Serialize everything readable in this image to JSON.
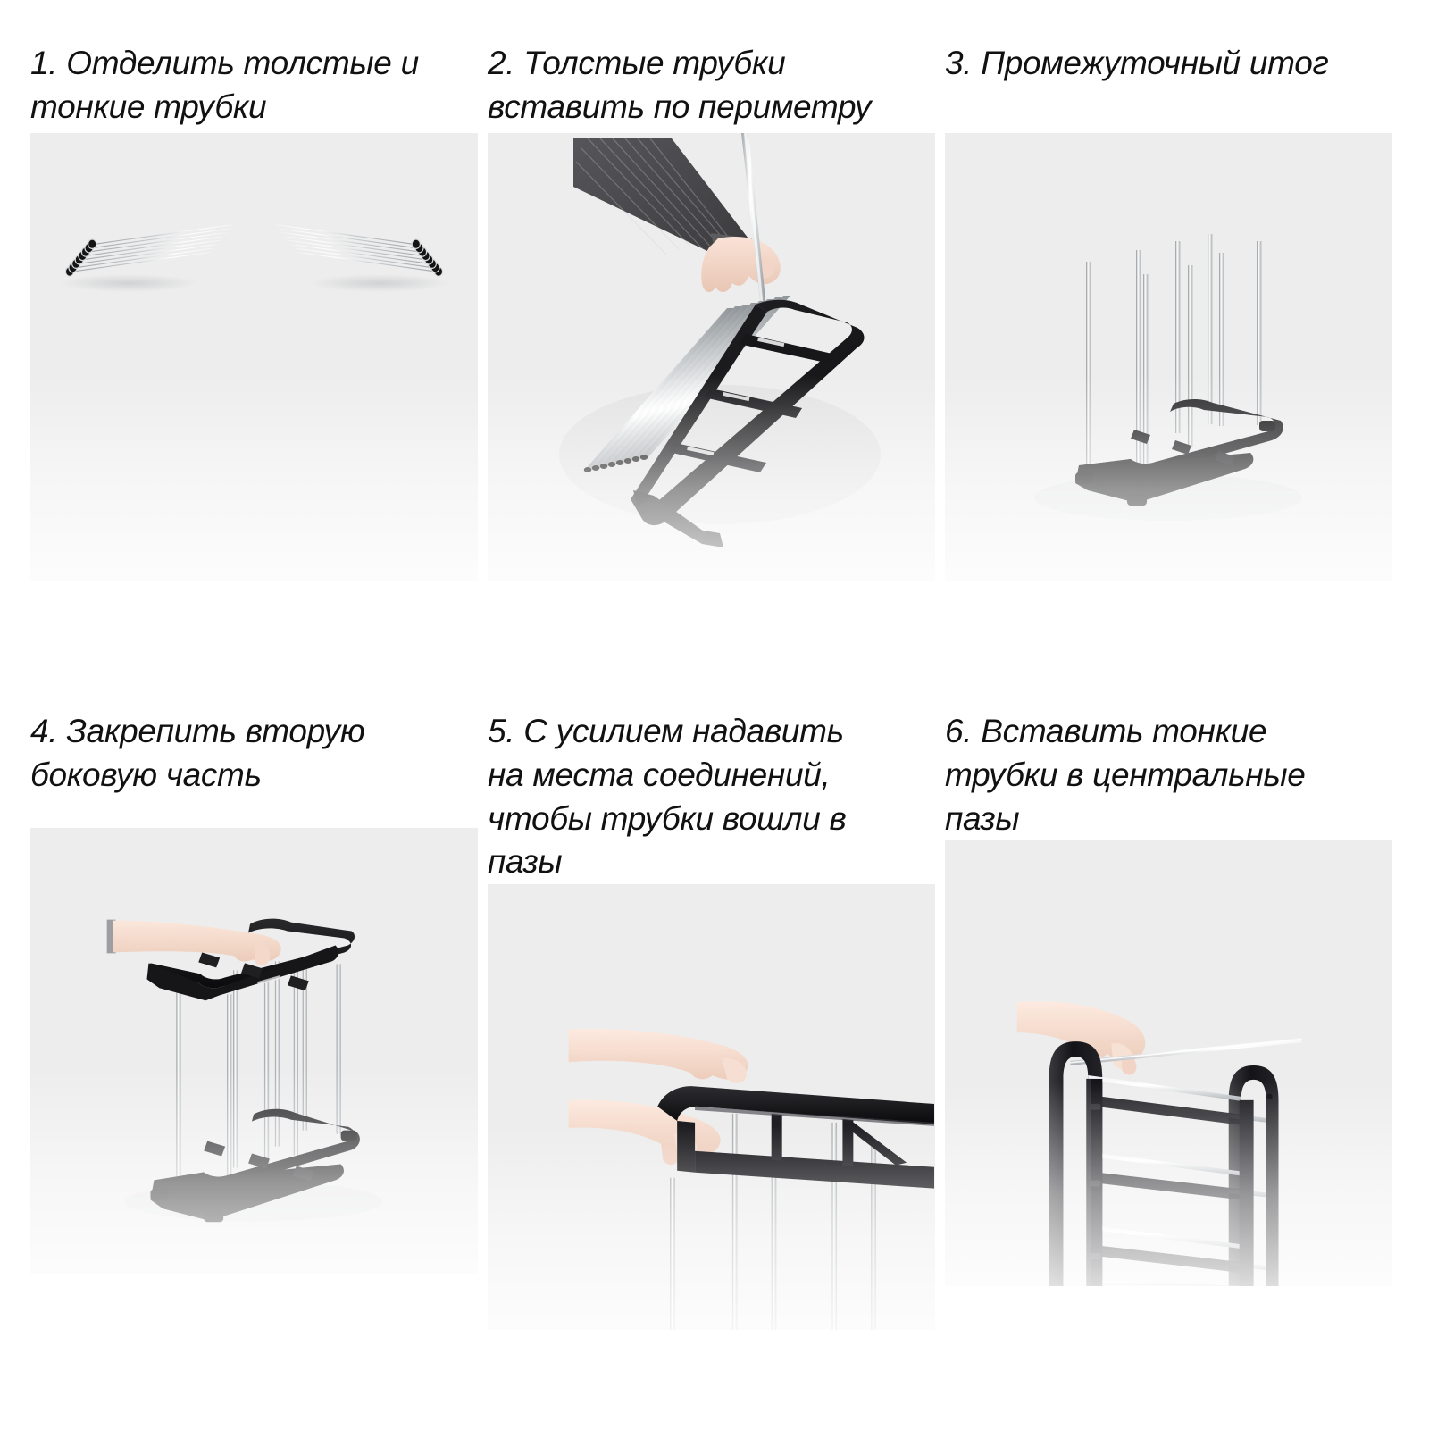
{
  "page": {
    "background": "#ffffff",
    "panel_background": "#ededed",
    "text_color": "#111111",
    "metal_color": "#c9cdd0",
    "frame_color": "#1a1a1a",
    "skin_color": "#f6ded2",
    "sleeve_color": "#4a4a4c"
  },
  "steps": [
    {
      "number": "1",
      "title": "1. Отделить толстые и\nтонкие трубки",
      "photo_name": "photo-step-1-two-tube-bundles",
      "scene": "thick-and-thin-tube-bundles",
      "left_bundle_tubes": 8,
      "right_bundle_tubes": 8
    },
    {
      "number": "2",
      "title": "2. Толстые трубки\nвставить по периметру",
      "photo_name": "photo-step-2-insert-thick-tubes-perimeter",
      "scene": "hand-inserting-tube-into-flat-side-frame",
      "loose_tubes": 8,
      "frame_openings": 4
    },
    {
      "number": "3",
      "title": "3. Промежуточный итог",
      "photo_name": "photo-step-3-intermediate-result",
      "scene": "base-frame-with-standing-tubes",
      "standing_tubes": 8
    },
    {
      "number": "4",
      "title": "4. Закрепить вторую\nбоковую часть",
      "photo_name": "photo-step-4-attach-second-side",
      "scene": "arm-placing-top-frame-on-standing-tubes",
      "standing_tubes": 8
    },
    {
      "number": "5",
      "title": "5. С усилием надавить\nна места соединений,\nчтобы трубки вошли в\nпазы",
      "photo_name": "photo-step-5-press-joints",
      "scene": "two-hands-pressing-top-frame",
      "visible_tubes": 5
    },
    {
      "number": "6",
      "title": "6. Вставить тонкие\nтрубки в центральные\nпазы",
      "photo_name": "photo-step-6-insert-thin-tubes-central-slots",
      "scene": "hand-inserting-thin-tube-into-assembled-rack",
      "shelf_levels": 4
    }
  ]
}
